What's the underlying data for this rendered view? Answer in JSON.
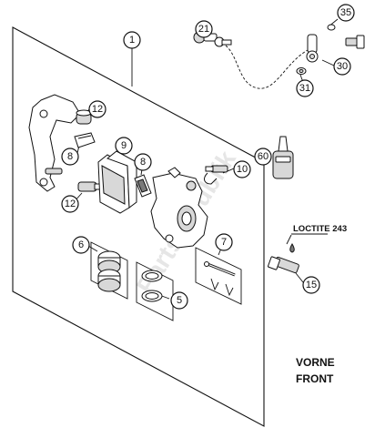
{
  "diagram": {
    "callouts": [
      {
        "id": "c1",
        "label": "1"
      },
      {
        "id": "c21",
        "label": "21"
      },
      {
        "id": "c35",
        "label": "35"
      },
      {
        "id": "c30",
        "label": "30"
      },
      {
        "id": "c31",
        "label": "31"
      },
      {
        "id": "c12a",
        "label": "12"
      },
      {
        "id": "c8a",
        "label": "8"
      },
      {
        "id": "c9",
        "label": "9"
      },
      {
        "id": "c8b",
        "label": "8"
      },
      {
        "id": "c10",
        "label": "10"
      },
      {
        "id": "c12b",
        "label": "12"
      },
      {
        "id": "c60",
        "label": "60"
      },
      {
        "id": "c6",
        "label": "6"
      },
      {
        "id": "c7",
        "label": "7"
      },
      {
        "id": "c5",
        "label": "5"
      },
      {
        "id": "c15",
        "label": "15"
      }
    ],
    "loctite_label": "LOCTITE 243",
    "front_label_line1": "VORNE",
    "front_label_line2": "FRONT",
    "watermark": "Partsrepublik"
  },
  "colors": {
    "line": "#111111",
    "background": "#ffffff",
    "watermark": "#e6e6e6"
  }
}
